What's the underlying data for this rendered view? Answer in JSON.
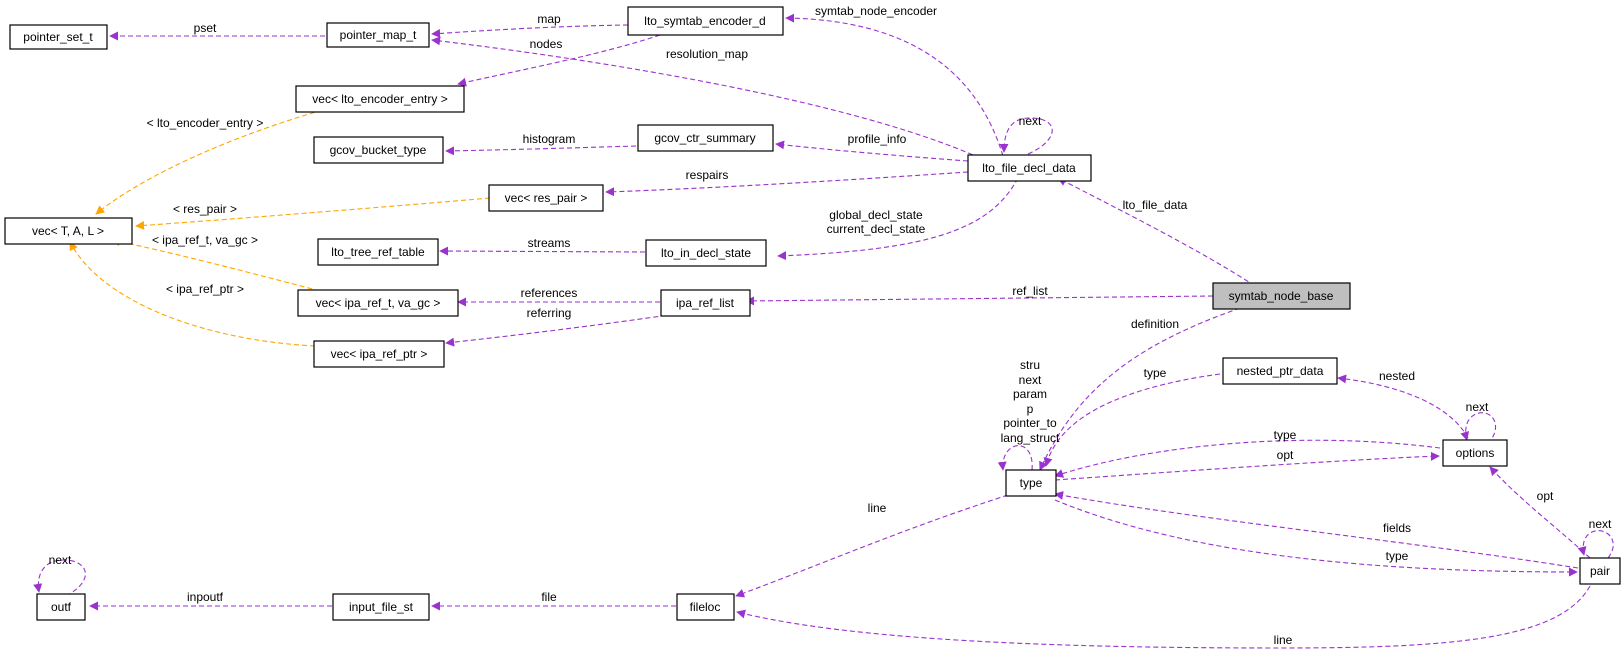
{
  "colors": {
    "member": "#9a32cd",
    "template": "#ffa500",
    "node_border": "#000000",
    "highlight_fill": "#bfbfbf"
  },
  "nodes": {
    "pointer_set_t": "pointer_set_t",
    "pointer_map_t": "pointer_map_t",
    "lto_symtab_encoder_d": "lto_symtab_encoder_d",
    "vec_lto_encoder_entry": "vec< lto_encoder_entry >",
    "gcov_bucket_type": "gcov_bucket_type",
    "gcov_ctr_summary": "gcov_ctr_summary",
    "lto_file_decl_data": "lto_file_decl_data",
    "vec_T_A_L": "vec< T, A, L >",
    "vec_res_pair": "vec< res_pair >",
    "lto_tree_ref_table": "lto_tree_ref_table",
    "lto_in_decl_state": "lto_in_decl_state",
    "symtab_node_base": "symtab_node_base",
    "vec_ipa_ref_t_va_gc": "vec< ipa_ref_t, va_gc >",
    "ipa_ref_list": "ipa_ref_list",
    "vec_ipa_ref_ptr": "vec< ipa_ref_ptr >",
    "nested_ptr_data": "nested_ptr_data",
    "options": "options",
    "type": "type",
    "pair": "pair",
    "outf": "outf",
    "input_file_st": "input_file_st",
    "fileloc": "fileloc"
  },
  "edge_labels": {
    "pset": "pset",
    "map": "map",
    "symtab_node_encoder": "symtab_node_encoder",
    "nodes": "nodes",
    "resolution_map": "resolution_map",
    "next_lto": "next",
    "lto_encoder_entry_arg": "< lto_encoder_entry >",
    "histogram": "histogram",
    "profile_info": "profile_info",
    "respairs": "respairs",
    "lto_file_data": "lto_file_data",
    "res_pair_arg": "< res_pair >",
    "global_decl_state": "global_decl_state",
    "current_decl_state": "current_decl_state",
    "ipa_ref_t_va_gc_arg": "< ipa_ref_t, va_gc >",
    "streams": "streams",
    "ref_list": "ref_list",
    "references": "references",
    "ipa_ref_ptr_arg": "< ipa_ref_ptr >",
    "referring": "referring",
    "definition": "definition",
    "type_self": [
      "stru",
      "next",
      "param",
      "p",
      "pointer_to",
      "lang_struct"
    ],
    "type_nested": "type",
    "nested": "nested",
    "next_options": "next",
    "type_options": "type",
    "opt_options": "opt",
    "opt_pair": "opt",
    "next_pair": "next",
    "line_type": "line",
    "fields": "fields",
    "type_pair": "type",
    "next_outf": "next",
    "inpoutf": "inpoutf",
    "file": "file",
    "line_pair": "line"
  }
}
